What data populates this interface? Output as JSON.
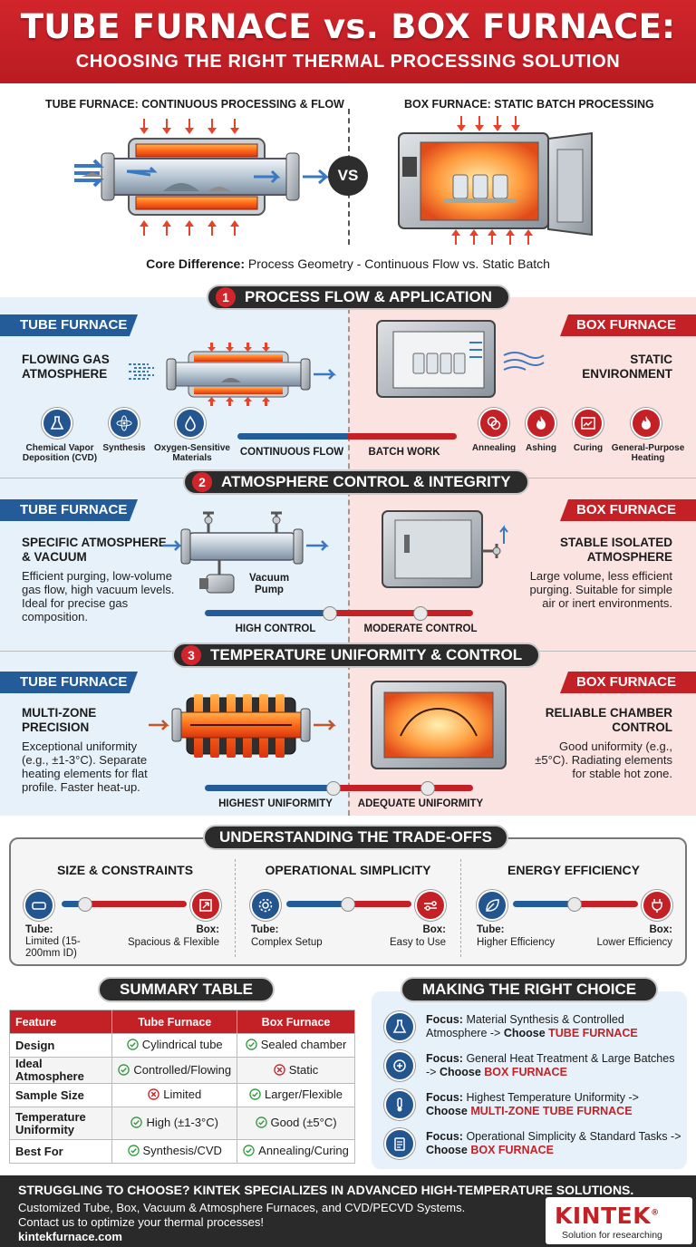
{
  "header": {
    "title": "TUBE FURNACE vs. BOX FURNACE:",
    "subtitle": "CHOOSING THE RIGHT THERMAL PROCESSING SOLUTION"
  },
  "top": {
    "left_label": "TUBE FURNACE: CONTINUOUS PROCESSING & FLOW",
    "right_label": "BOX FURNACE: STATIC BATCH PROCESSING",
    "vs": "VS",
    "core_bold": "Core Difference:",
    "core_text": " Process Geometry - Continuous Flow vs. Static Batch"
  },
  "s1": {
    "num": "1",
    "title": "PROCESS FLOW & APPLICATION",
    "tag_left": "TUBE FURNACE",
    "tag_right": "BOX FURNACE",
    "left_head": "FLOWING GAS ATMOSPHERE",
    "right_head": "STATIC ENVIRONMENT",
    "left_icons": [
      "Chemical Vapor Deposition (CVD)",
      "Synthesis",
      "Oxygen-Sensitive Materials"
    ],
    "right_icons": [
      "Annealing",
      "Ashing",
      "Curing",
      "General-Purpose Heating"
    ],
    "bar_left": "CONTINUOUS FLOW",
    "bar_right": "BATCH WORK"
  },
  "s2": {
    "num": "2",
    "title": "ATMOSPHERE CONTROL & INTEGRITY",
    "tag_left": "TUBE FURNACE",
    "tag_right": "BOX FURNACE",
    "left_head": "SPECIFIC ATMOSPHERE & VACUUM",
    "left_body": "Efficient purging, low-volume gas flow, high vacuum levels. Ideal for precise gas composition.",
    "pump_label": "Vacuum Pump",
    "right_head": "STABLE ISOLATED ATMOSPHERE",
    "right_body": "Large volume, less efficient purging. Suitable for simple air or inert environments.",
    "bar_left": "HIGH CONTROL",
    "bar_right": "MODERATE CONTROL"
  },
  "s3": {
    "num": "3",
    "title": "TEMPERATURE UNIFORMITY & CONTROL",
    "tag_left": "TUBE FURNACE",
    "tag_right": "BOX FURNACE",
    "left_head": "MULTI-ZONE PRECISION",
    "left_body": "Exceptional uniformity (e.g., ±1-3°C). Separate heating elements for flat profile. Faster heat-up.",
    "right_head": "RELIABLE CHAMBER CONTROL",
    "right_body": "Good uniformity (e.g., ±5°C). Radiating elements for stable hot zone.",
    "bar_left": "HIGHEST UNIFORMITY",
    "bar_right": "ADEQUATE UNIFORMITY"
  },
  "tradeoffs": {
    "title": "UNDERSTANDING THE TRADE-OFFS",
    "cols": [
      {
        "head": "SIZE & CONSTRAINTS",
        "l_title": "Tube:",
        "l_text": "Limited (15-200mm ID)",
        "r_title": "Box:",
        "r_text": "Spacious & Flexible",
        "level": 0.2
      },
      {
        "head": "OPERATIONAL SIMPLICITY",
        "l_title": "Tube:",
        "l_text": "Complex Setup",
        "r_title": "Box:",
        "r_text": "Easy to Use",
        "level": 0.5
      },
      {
        "head": "ENERGY EFFICIENCY",
        "l_title": "Tube:",
        "l_text": "Higher Efficiency",
        "r_title": "Box:",
        "r_text": "Lower Efficiency",
        "level": 0.5
      }
    ]
  },
  "summary": {
    "title": "SUMMARY TABLE",
    "headers": [
      "Feature",
      "Tube Furnace",
      "Box Furnace"
    ],
    "rows": [
      {
        "feature": "Design",
        "tube": "Cylindrical tube",
        "tube_ok": true,
        "box": "Sealed chamber",
        "box_ok": true
      },
      {
        "feature": "Ideal Atmosphere",
        "tube": "Controlled/Flowing",
        "tube_ok": true,
        "box": "Static",
        "box_ok": false
      },
      {
        "feature": "Sample Size",
        "tube": "Limited",
        "tube_ok": false,
        "box": "Larger/Flexible",
        "box_ok": true
      },
      {
        "feature": "Temperature Uniformity",
        "tube": "High (±1-3°C)",
        "tube_ok": true,
        "box": "Good (±5°C)",
        "box_ok": true
      },
      {
        "feature": "Best For",
        "tube": "Synthesis/CVD",
        "tube_ok": true,
        "box": "Annealing/Curing",
        "box_ok": true
      }
    ]
  },
  "choice": {
    "title": "MAKING THE RIGHT CHOICE",
    "items": [
      {
        "focus": "Focus:",
        "text": " Material Synthesis & Controlled Atmosphere -> ",
        "choose": "Choose ",
        "pick": "TUBE FURNACE"
      },
      {
        "focus": "Focus:",
        "text": " General Heat Treatment & Large Batches -> ",
        "choose": "Choose ",
        "pick": "BOX FURNACE"
      },
      {
        "focus": "Focus:",
        "text": " Highest Temperature Uniformity -> ",
        "choose": "Choose ",
        "pick": "MULTI-ZONE TUBE FURNACE"
      },
      {
        "focus": "Focus:",
        "text": " Operational Simplicity & Standard Tasks -> ",
        "choose": "Choose ",
        "pick": "BOX FURNACE"
      }
    ]
  },
  "footer": {
    "headline": "STRUGGLING TO CHOOSE? KINTEK SPECIALIZES IN ADVANCED HIGH-TEMPERATURE SOLUTIONS.",
    "line1": "Customized Tube, Box, Vacuum & Atmosphere Furnaces, and CVD/PECVD Systems.",
    "line2": "Contact us to optimize your thermal processes!",
    "url": "kintekfurnace.com",
    "logo": "KINTEK",
    "logo_mark": "®",
    "tagline": "Solution for researching"
  },
  "colors": {
    "red": "#c42127",
    "blue": "#245c9a",
    "dark": "#2b2b2b"
  }
}
